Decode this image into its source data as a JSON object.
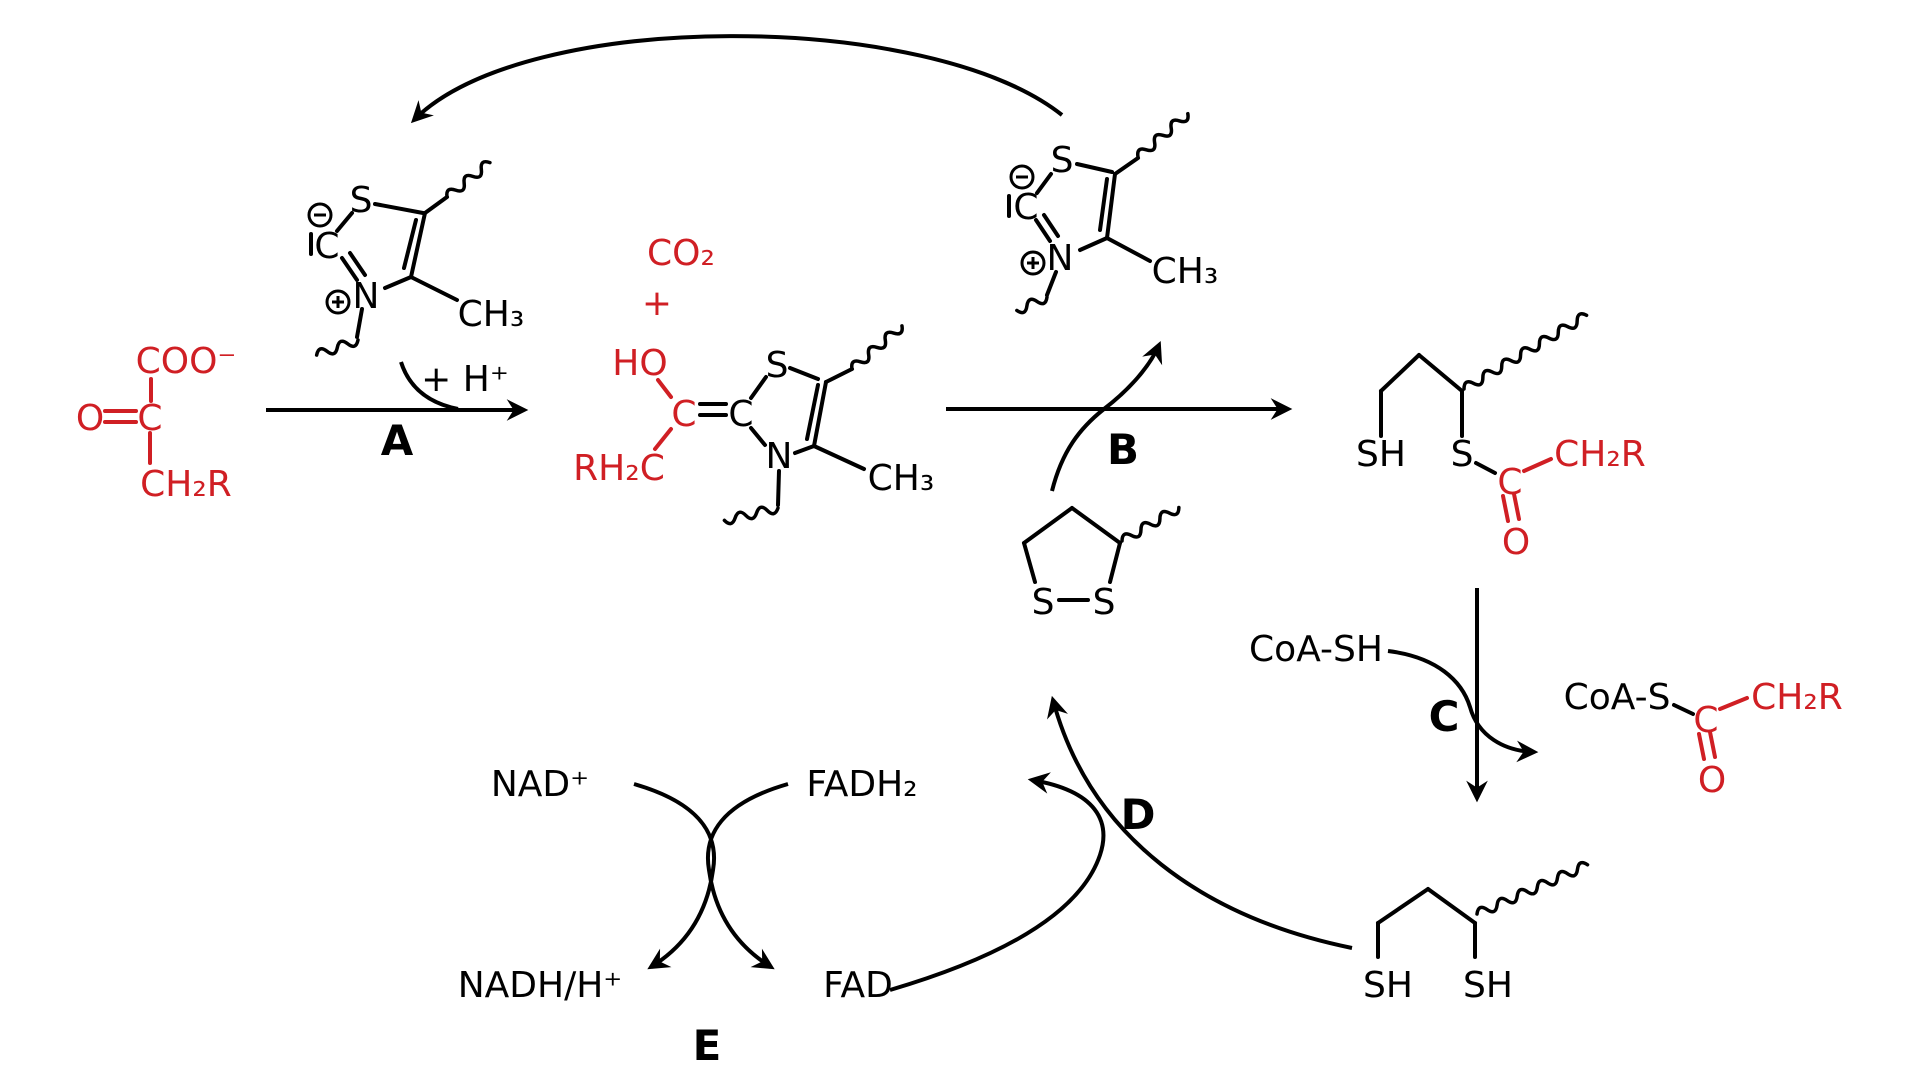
{
  "colors": {
    "highlight": "#d01f24",
    "ink": "#000000",
    "background": "#ffffff"
  },
  "steps": {
    "a": "A",
    "b": "B",
    "c": "C",
    "d": "D",
    "e": "E"
  },
  "cofactors": {
    "coa_sh": "CoA-SH",
    "nad_plus": "NAD⁺",
    "nadh_h": "NADH/H⁺",
    "fadh2": "FADH₂",
    "fad": "FAD",
    "proton": "+ H⁺"
  },
  "byproducts": {
    "co2": "CO₂",
    "plus": "+"
  },
  "molecules": {
    "alpha_keto_acid": {
      "carboxylate": "COO⁻",
      "carbonyl_o": "O",
      "alpha_c": "C",
      "side_chain": "CH₂R"
    },
    "tpp_ylide_left": {
      "s": "S",
      "c2": "C",
      "n": "N",
      "methyl": "CH₃"
    },
    "tpp_ylide_right": {
      "s": "S",
      "c2": "C",
      "n": "N",
      "methyl": "CH₃"
    },
    "enamine_intermediate": {
      "hydroxyl": "HO",
      "alpha_c": "C",
      "c2": "C",
      "s": "S",
      "n": "N",
      "methyl": "CH₃",
      "side_chain": "RH₂C"
    },
    "lipoamide": {
      "s_left": "S",
      "s_right": "S"
    },
    "acyl_dihydrolipoamide": {
      "thiol": "SH",
      "s": "S",
      "carbonyl_c": "C",
      "side_chain": "CH₂R",
      "carbonyl_o": "O"
    },
    "acyl_coa": {
      "coa_s": "CoA-S",
      "carbonyl_c": "C",
      "side_chain": "CH₂R",
      "carbonyl_o": "O"
    },
    "dihydrolipoamide": {
      "thiol_left": "SH",
      "thiol_right": "SH"
    }
  }
}
